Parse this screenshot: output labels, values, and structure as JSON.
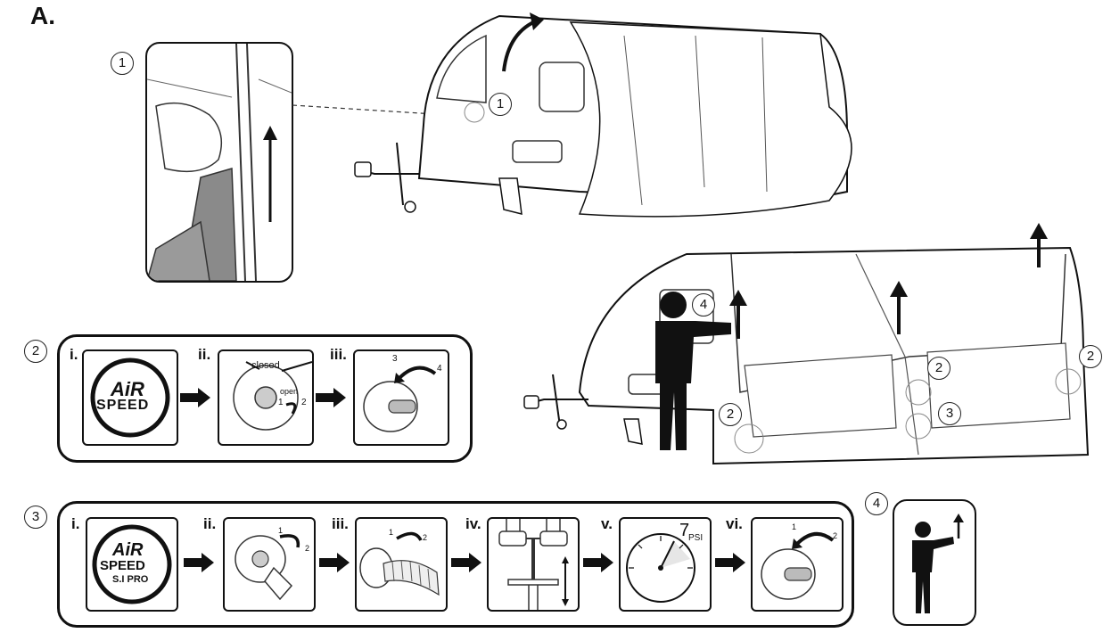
{
  "title": "A.",
  "callouts": {
    "step1": "1",
    "step2": "2",
    "step3": "3",
    "step4": "4"
  },
  "panel2": {
    "steps": [
      "i.",
      "ii.",
      "iii."
    ],
    "logo_line1": "AiR",
    "logo_line2": "SPEED",
    "valve_closed": "closed",
    "valve_open": "open",
    "valve_num1": "1",
    "valve_num2": "2",
    "turn_num3": "3",
    "turn_num4": "4"
  },
  "panel3": {
    "steps": [
      "i.",
      "ii.",
      "iii.",
      "iv.",
      "v.",
      "vi."
    ],
    "logo_line1": "AiR",
    "logo_line2": "SPEED",
    "logo_line3": "S.I PRO",
    "pressure_value": "7",
    "pressure_unit": "PSI",
    "num1": "1",
    "num2": "2"
  }
}
